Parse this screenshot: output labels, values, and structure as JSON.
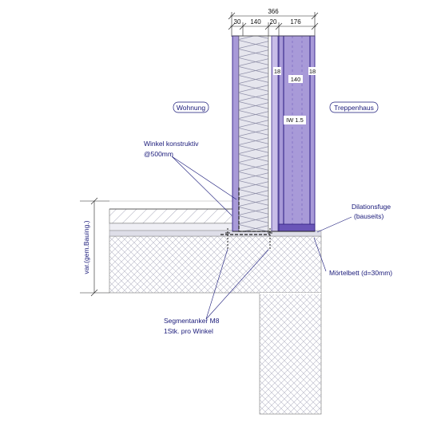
{
  "dimensions": {
    "total": "366",
    "segments": [
      "30",
      "140",
      "20",
      "176"
    ],
    "clt_layer_left": "18",
    "clt_layer_right": "18",
    "clt_core": "140"
  },
  "wall_label": "IW 1.5",
  "rooms": {
    "left": "Wohnung",
    "right": "Treppenhaus"
  },
  "annotations": {
    "angle_line1": "Winkel konstruktiv",
    "angle_line2": "@500mm",
    "joint_line1": "Dilationsfuge",
    "joint_line2": "(bauseits)",
    "mortar": "Mörtelbett (d=30mm)",
    "anchor_line1": "Segmentanker M8",
    "anchor_line2": "1Stk. pro Winkel",
    "height_note": "var.(gem.Bauing.)"
  },
  "colors": {
    "clt": "#a89ad8",
    "clt_dark": "#6a55b8",
    "insulation": "#e6e6ee",
    "concrete_hatch": "#b8b8c8",
    "label_blue": "#1a1a7a"
  }
}
